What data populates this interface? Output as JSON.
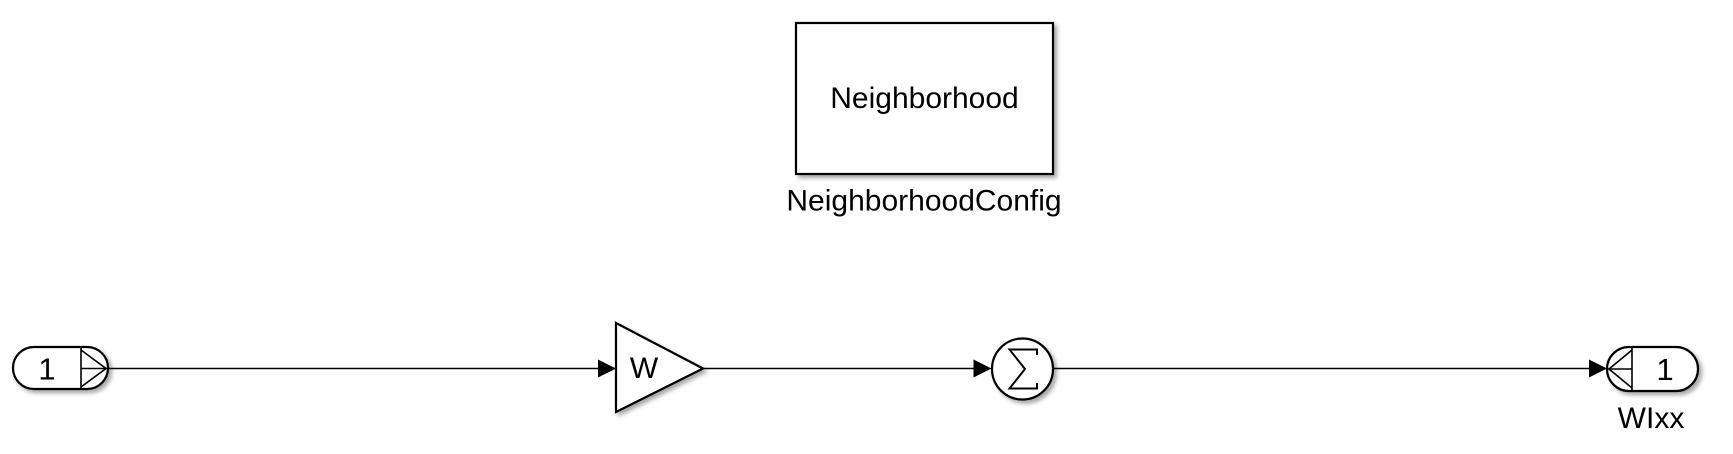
{
  "canvas": {
    "background": "#ffffff",
    "stroke_color": "#000000",
    "block_fill": "#ffffff"
  },
  "blocks": {
    "subsystem": {
      "name": "Neighborhood",
      "caption": "NeighborhoodConfig"
    },
    "inport": {
      "number": "1",
      "icon": "chevron-right-icon"
    },
    "gain": {
      "label": "W"
    },
    "sum": {
      "symbol": "Σ",
      "icon": "sigma-icon"
    },
    "outport": {
      "number": "1",
      "caption": "WIxx",
      "icon": "chevron-left-icon"
    }
  },
  "wires": {
    "arrow_icon": "arrowhead-icon",
    "count": 3
  }
}
